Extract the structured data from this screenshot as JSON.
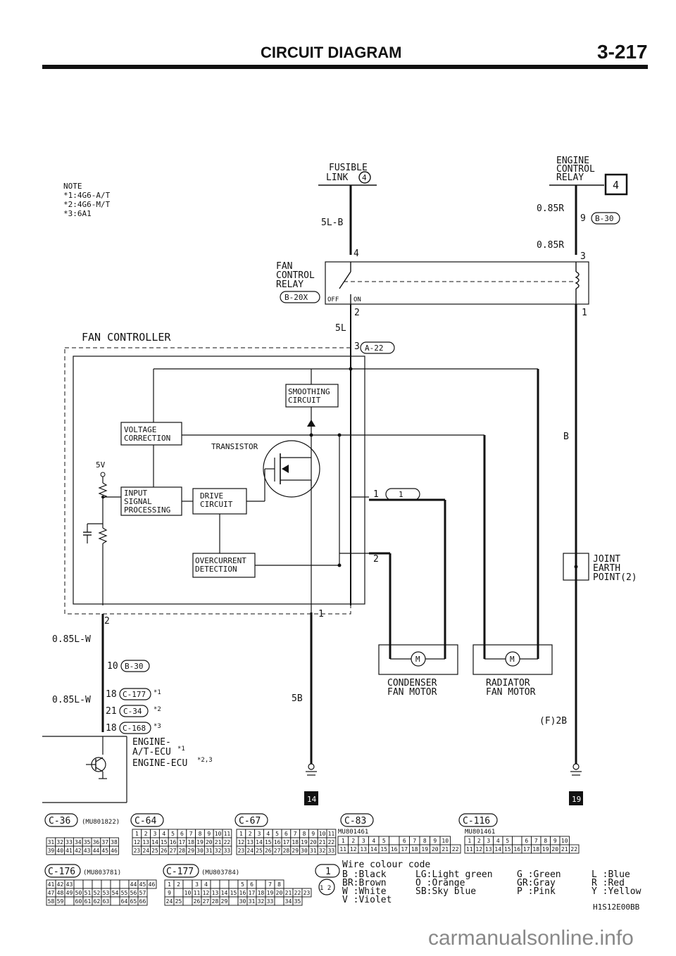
{
  "header": {
    "title": "CIRCUIT DIAGRAM",
    "page_number": "3-217"
  },
  "note": {
    "title": "NOTE",
    "lines": [
      "*1:4G6-A/T",
      "*2:4G6-M/T",
      "*3:6A1"
    ]
  },
  "top": {
    "fusible_link_line1": "FUSIBLE",
    "fusible_link_line2": "LINK",
    "fusible_link_num": "4",
    "wire_5LB": "5L-B",
    "ecr_line1": "ENGINE",
    "ecr_line2": "CONTROL",
    "ecr_line3": "RELAY",
    "box_4": "4",
    "wire_085R_a": "0.85R",
    "wire_085R_b": "0.85R",
    "pin_9": "9",
    "conn_b30": "B-30",
    "pin_4": "4",
    "pin_3": "3"
  },
  "fan_relay": {
    "line1": "FAN",
    "line2": "CONTROL",
    "line3": "RELAY",
    "conn": "B-20X",
    "off": "OFF",
    "on": "ON",
    "pin_2": "2",
    "pin_1": "1",
    "wire_5L": "5L"
  },
  "controller": {
    "title": "FAN CONTROLLER",
    "pin_3": "3",
    "conn_a22": "A-22",
    "smoothing_1": "SMOOTHING",
    "smoothing_2": "CIRCUIT",
    "voltage_1": "VOLTAGE",
    "voltage_2": "CORRECTION",
    "transistor": "TRANSISTOR",
    "five_v": "5V",
    "input_1": "INPUT",
    "input_2": "SIGNAL",
    "input_3": "PROCESSING",
    "drive_1": "DRIVE",
    "drive_2": "CIRCUIT",
    "over_1": "OVERCURRENT",
    "over_2": "DETECTION",
    "pin_1_out": "1",
    "conn_1": "1",
    "pin_2_out": "2",
    "pin_2_bot": "2",
    "pin_1_bot": "1"
  },
  "right": {
    "wire_B": "B",
    "joint_1": "JOINT",
    "joint_2": "EARTH",
    "joint_3": "POINT(2)",
    "condenser_1": "CONDENSER",
    "condenser_2": "FAN MOTOR",
    "radiator_1": "RADIATOR",
    "radiator_2": "FAN MOTOR",
    "motor_label": "M",
    "wire_F2B": "(F)2B",
    "earth_19": "19"
  },
  "ecu": {
    "wire_085LW_a": "0.85L-W",
    "pin_10": "10",
    "conn_b30": "B-30",
    "wire_085LW_b": "0.85L-W",
    "pin_18a": "18",
    "conn_c177": "C-177",
    "note_1": "*1",
    "pin_21": "21",
    "conn_c34": "C-34",
    "note_2": "*2",
    "pin_18b": "18",
    "conn_c168": "C-168",
    "note_3": "*3",
    "name_1": "ENGINE-",
    "name_2": "A/T-ECU",
    "name_2_note": "*1",
    "name_3": "ENGINE-ECU",
    "name_3_note": "*2,3",
    "wire_5B": "5B",
    "earth_14": "14"
  },
  "connectors": {
    "c36": "C-36",
    "c36_part": "(MU801822)",
    "c64": "C-64",
    "c67": "C-67",
    "c83": "C-83",
    "c83_part": "MU801461",
    "c116": "C-116",
    "c116_part": "MU801461",
    "c176": "C-176",
    "c176_part": "(MU803781)",
    "c177": "C-177",
    "c177_part": "(MU803784)",
    "c1": "1",
    "c12": "1 2",
    "c36_rows": [
      [
        "31",
        "32",
        "33",
        "34",
        "35",
        "36",
        "37",
        "38"
      ],
      [
        "39",
        "40",
        "41",
        "42",
        "43",
        "44",
        "45",
        "46"
      ]
    ],
    "c64_rows": [
      [
        "1",
        "2",
        "3",
        "4",
        "5",
        "6",
        "7",
        "8",
        "9",
        "10",
        "11"
      ],
      [
        "12",
        "13",
        "14",
        "15",
        "16",
        "17",
        "18",
        "19",
        "20",
        "21",
        "22"
      ],
      [
        "23",
        "24",
        "25",
        "26",
        "27",
        "28",
        "29",
        "30",
        "31",
        "32",
        "33"
      ]
    ],
    "c67_rows": [
      [
        "1",
        "2",
        "3",
        "4",
        "5",
        "6",
        "7",
        "8",
        "9",
        "10",
        "11"
      ],
      [
        "12",
        "13",
        "14",
        "15",
        "16",
        "17",
        "18",
        "19",
        "20",
        "21",
        "22"
      ],
      [
        "23",
        "24",
        "25",
        "26",
        "27",
        "28",
        "29",
        "30",
        "31",
        "32",
        "33"
      ]
    ],
    "c83_rows": [
      [
        "1",
        "2",
        "3",
        "4",
        "5",
        "",
        "6",
        "7",
        "8",
        "9",
        "10"
      ],
      [
        "11",
        "12",
        "13",
        "14",
        "15",
        "16",
        "17",
        "18",
        "19",
        "20",
        "21",
        "22"
      ]
    ],
    "c116_rows": [
      [
        "1",
        "2",
        "3",
        "4",
        "5",
        "",
        "6",
        "7",
        "8",
        "9",
        "10"
      ],
      [
        "11",
        "12",
        "13",
        "14",
        "15",
        "16",
        "17",
        "18",
        "19",
        "20",
        "21",
        "22"
      ]
    ],
    "c176_rows": [
      [
        "41",
        "42",
        "43",
        "",
        "",
        "",
        "",
        "",
        "",
        "44",
        "45",
        "46"
      ],
      [
        "47",
        "48",
        "49",
        "50",
        "51",
        "52",
        "53",
        "54",
        "55",
        "56",
        "57"
      ],
      [
        "58",
        "59",
        "",
        "60",
        "61",
        "62",
        "63",
        "",
        "64",
        "65",
        "66"
      ]
    ],
    "c177_rows": [
      [
        "1",
        "2",
        "",
        "3",
        "4",
        "",
        "",
        "",
        "5",
        "6",
        "",
        "7",
        "8"
      ],
      [
        "9",
        "",
        "10",
        "11",
        "12",
        "13",
        "14",
        "15",
        "16",
        "17",
        "18",
        "19",
        "20",
        "21",
        "22",
        "23"
      ],
      [
        "24",
        "25",
        "",
        "26",
        "27",
        "28",
        "29",
        "",
        "30",
        "31",
        "32",
        "33",
        "",
        "34",
        "35"
      ]
    ]
  },
  "colour_code": {
    "title": "Wire colour code",
    "col1": [
      "B :Black",
      "BR:Brown",
      "W :White",
      "V :Violet"
    ],
    "col2": [
      "LG:Light green",
      "O :Orange",
      "SB:Sky blue"
    ],
    "col3": [
      "G :Green",
      "GR:Gray",
      "P :Pink"
    ],
    "col4": [
      "L :Blue",
      "R :Red",
      "Y :Yellow"
    ],
    "code": "H1S12E00BB"
  },
  "footer": {
    "watermark": "carmanualsonline.info"
  }
}
